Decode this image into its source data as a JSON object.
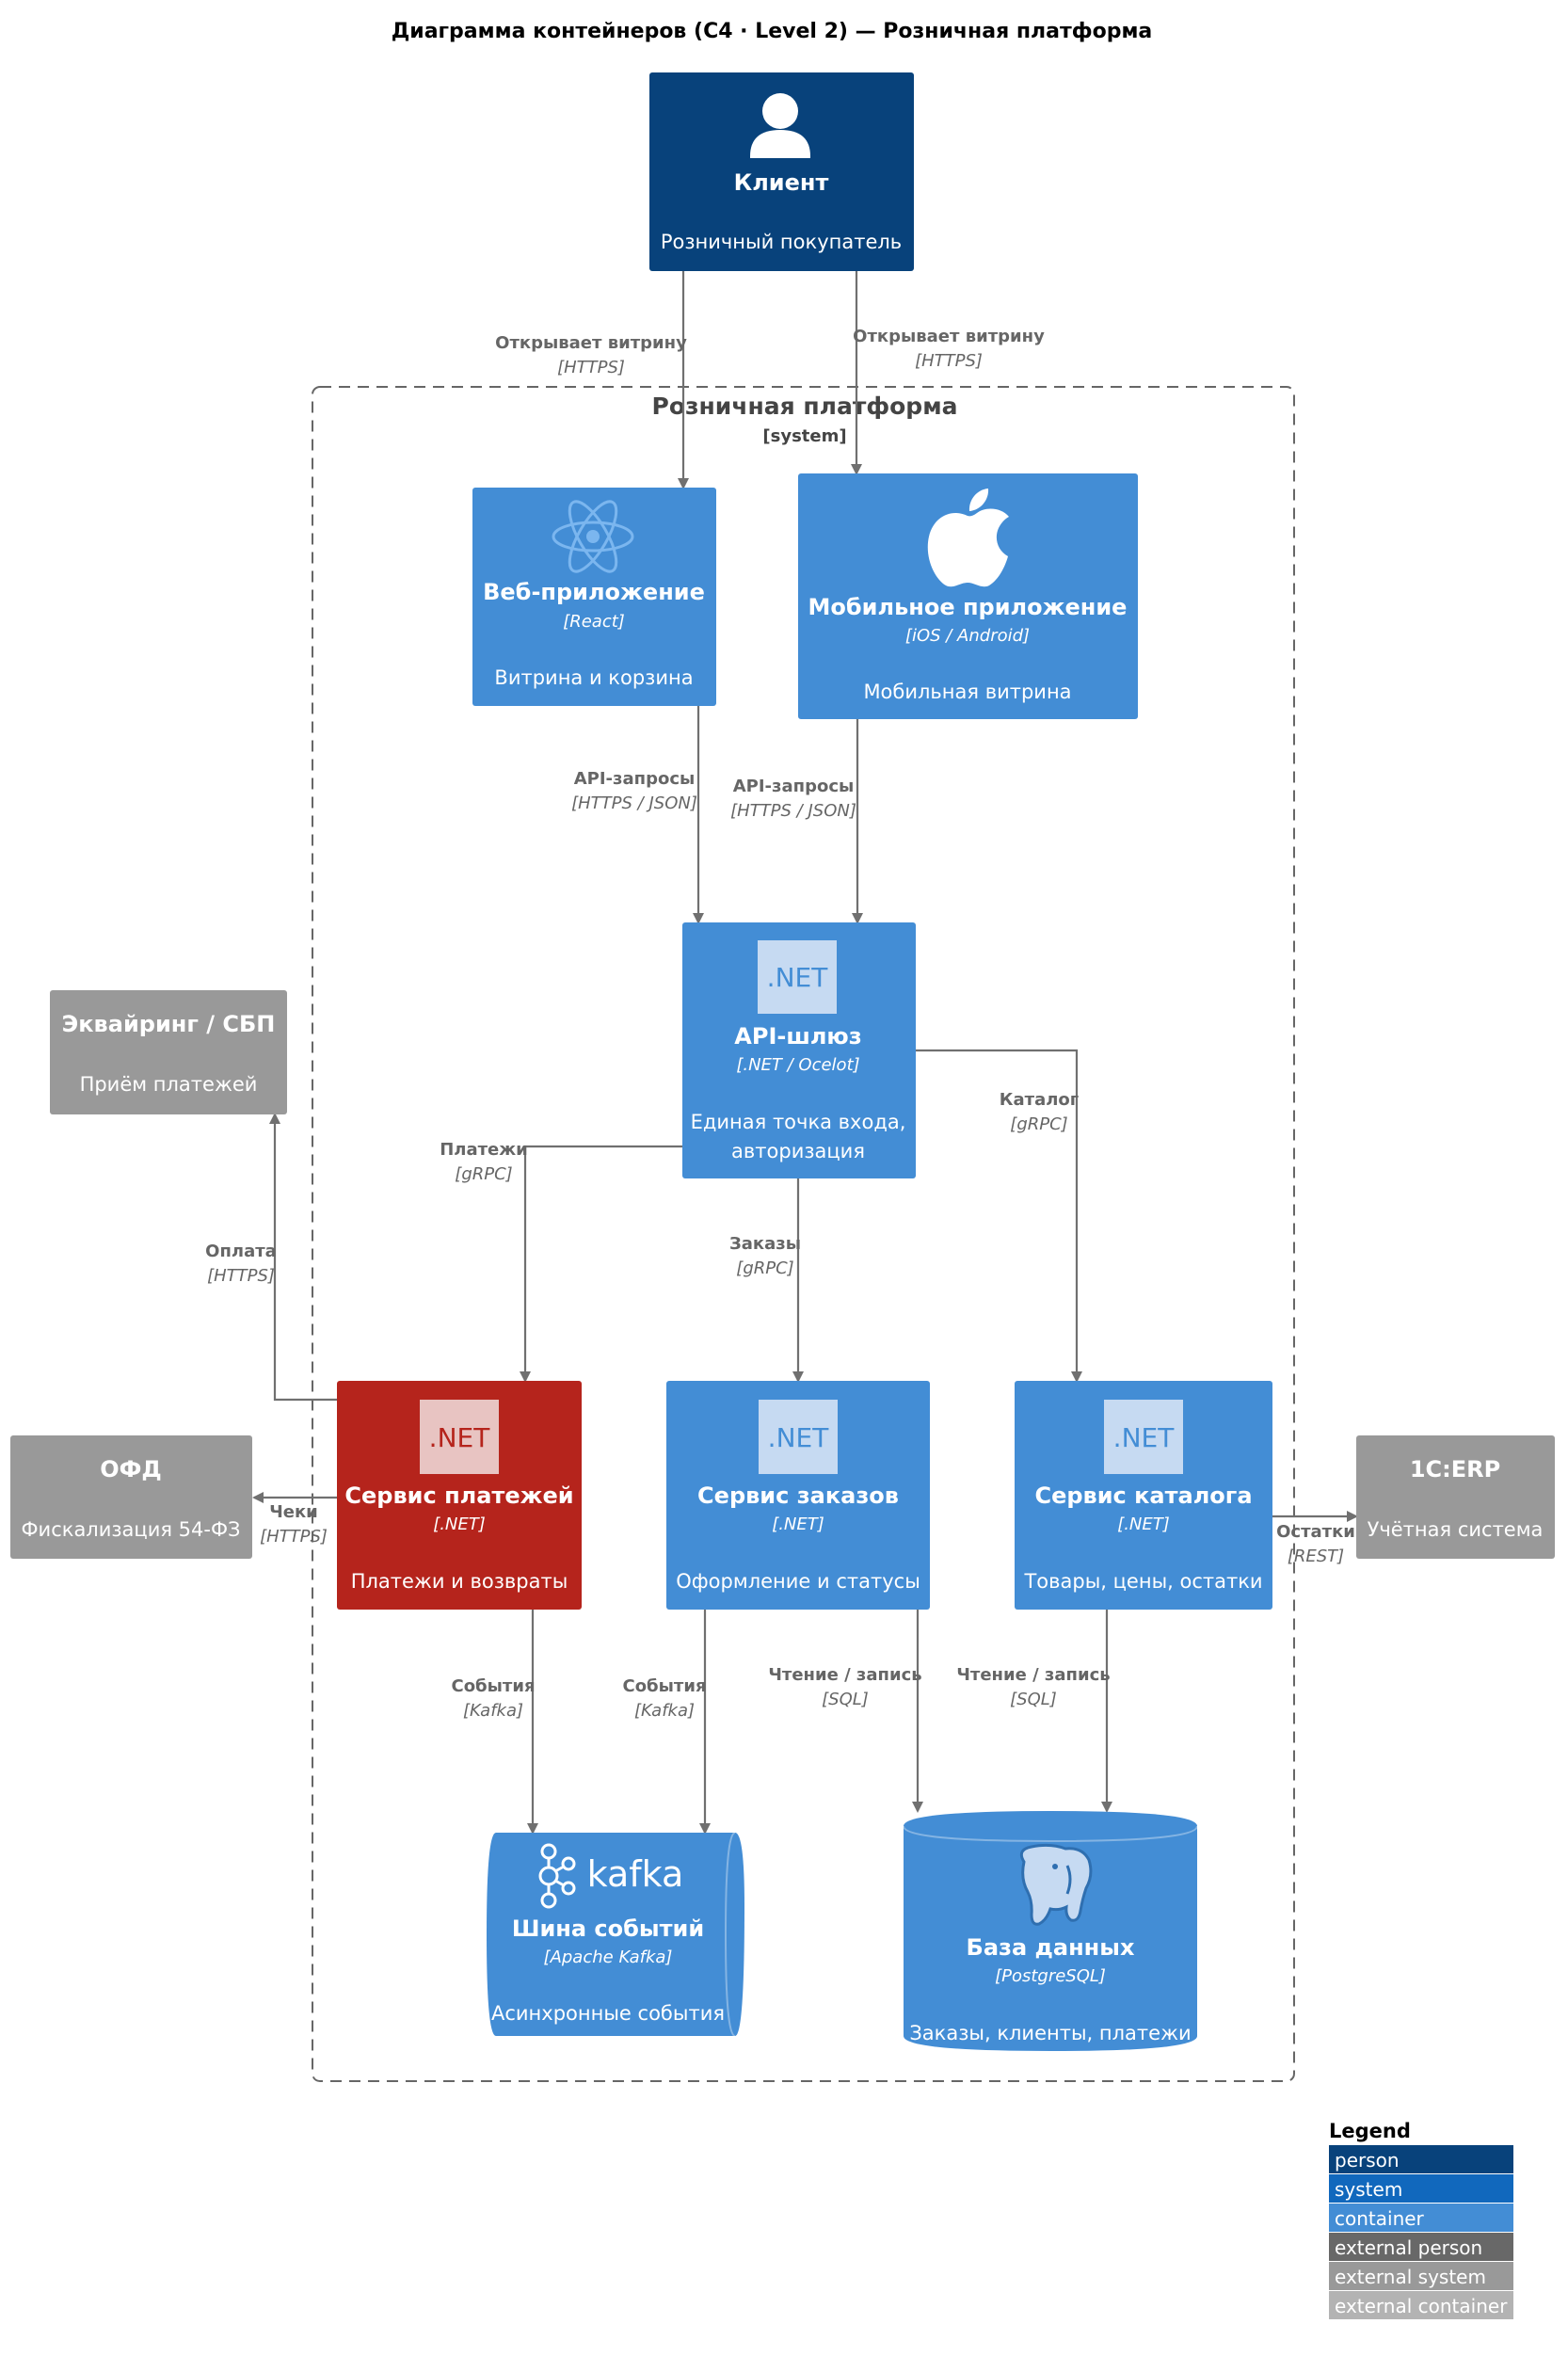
{
  "diagram": {
    "title": "Диаграмма контейнеров (C4 · Level 2) — Розничная платформа",
    "boundary": {
      "label": "Розничная платформа",
      "type": "[system]"
    },
    "colors": {
      "person": "#08427b",
      "container": "#438dd5",
      "payments": "#b5241c",
      "external": "#999999",
      "external_person": "#686868",
      "edge": "#707070",
      "boundary": "#666666"
    },
    "nodes": {
      "client": {
        "title": "Клиент",
        "desc": "Розничный покупатель",
        "icon": "person-icon"
      },
      "web": {
        "title": "Веб-приложение",
        "tech": "[React]",
        "desc": "Витрина и корзина",
        "icon": "react-icon"
      },
      "mobile": {
        "title": "Мобильное приложение",
        "tech": "[iOS / Android]",
        "desc": "Мобильная витрина",
        "icon": "apple-icon"
      },
      "gateway": {
        "title": "API-шлюз",
        "tech": "[.NET / Ocelot]",
        "desc1": "Единая точка входа,",
        "desc2": "авторизация",
        "icon_text": ".NET"
      },
      "acquiring": {
        "title": "Эквайринг / СБП",
        "desc": "Приём платежей"
      },
      "ofd": {
        "title": "ОФД",
        "desc": "Фискализация 54-ФЗ"
      },
      "payments": {
        "title": "Сервис платежей",
        "tech": "[.NET]",
        "desc": "Платежи и возвраты",
        "icon_text": ".NET"
      },
      "orders": {
        "title": "Сервис заказов",
        "tech": "[.NET]",
        "desc": "Оформление и статусы",
        "icon_text": ".NET"
      },
      "catalog": {
        "title": "Сервис каталога",
        "tech": "[.NET]",
        "desc": "Товары, цены, остатки",
        "icon_text": ".NET"
      },
      "erp": {
        "title": "1С:ERP",
        "desc": "Учётная система"
      },
      "kafka": {
        "title": "Шина событий",
        "tech": "[Apache Kafka]",
        "desc": "Асинхронные события",
        "icon_text": "kafka"
      },
      "db": {
        "title": "База данных",
        "tech": "[PostgreSQL]",
        "desc": "Заказы, клиенты, платежи",
        "icon": "postgresql-elephant-icon"
      }
    },
    "edges": {
      "client_web": {
        "label": "Открывает витрину",
        "tech": "[HTTPS]"
      },
      "client_mobile": {
        "label": "Открывает витрину",
        "tech": "[HTTPS]"
      },
      "web_gateway": {
        "label": "API-запросы",
        "tech": "[HTTPS / JSON]"
      },
      "mobile_gateway": {
        "label": "API-запросы",
        "tech": "[HTTPS / JSON]"
      },
      "gateway_payments": {
        "label": "Платежи",
        "tech": "[gRPC]"
      },
      "gateway_orders": {
        "label": "Заказы",
        "tech": "[gRPC]"
      },
      "gateway_catalog": {
        "label": "Каталог",
        "tech": "[gRPC]"
      },
      "payments_acquiring": {
        "label": "Оплата",
        "tech": "[HTTPS]"
      },
      "payments_ofd": {
        "label": "Чеки",
        "tech": "[HTTPS]"
      },
      "catalog_erp": {
        "label": "Остатки",
        "tech": "[REST]"
      },
      "payments_kafka": {
        "label": "События",
        "tech": "[Kafka]"
      },
      "orders_kafka": {
        "label": "События",
        "tech": "[Kafka]"
      },
      "orders_db": {
        "label": "Чтение / запись",
        "tech": "[SQL]"
      },
      "catalog_db": {
        "label": "Чтение / запись",
        "tech": "[SQL]"
      }
    },
    "legend": {
      "title": "Legend",
      "items": [
        {
          "label": "person",
          "color": "#08427b"
        },
        {
          "label": "system",
          "color": "#1168bd"
        },
        {
          "label": "container",
          "color": "#438dd5"
        },
        {
          "label": "external person",
          "color": "#686868"
        },
        {
          "label": "external system",
          "color": "#999999"
        },
        {
          "label": "external container",
          "color": "#b3b3b3"
        }
      ]
    }
  }
}
